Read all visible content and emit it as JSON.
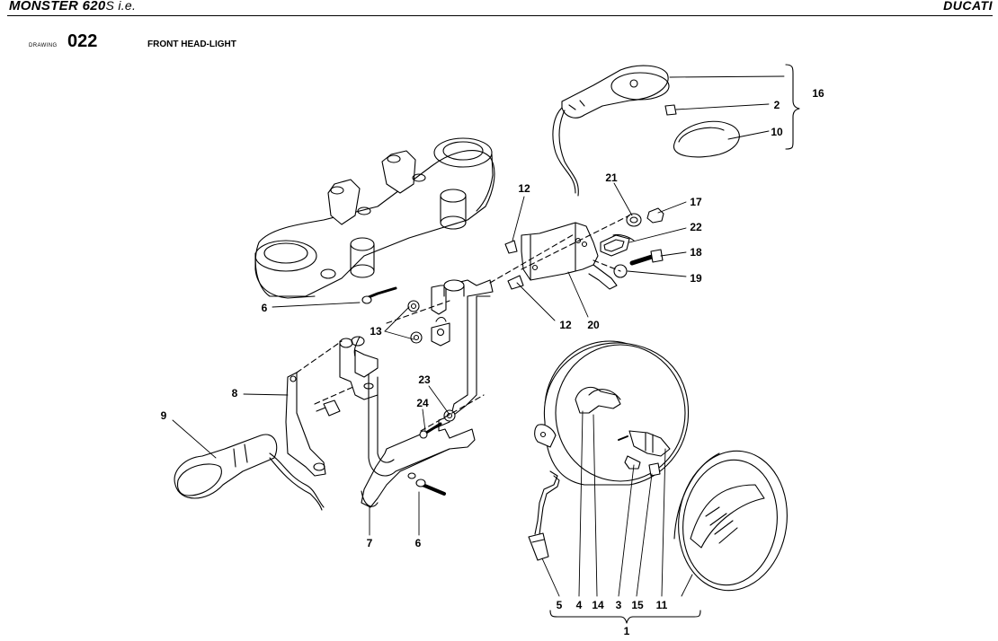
{
  "header": {
    "model": "MONSTER 620",
    "model_suffix": "S i.e.",
    "brand": "DUCATI"
  },
  "drawing": {
    "label": "DRAWING",
    "number": "022",
    "title": "FRONT HEAD-LIGHT"
  },
  "callouts": {
    "p1": "1",
    "p2": "2",
    "p3": "3",
    "p4": "4",
    "p5": "5",
    "p6a": "6",
    "p6b": "6",
    "p7": "7",
    "p8": "8",
    "p9": "9",
    "p10": "10",
    "p11": "11",
    "p12a": "12",
    "p12b": "12",
    "p13": "13",
    "p14": "14",
    "p15": "15",
    "p16": "16",
    "p17": "17",
    "p18": "18",
    "p19": "19",
    "p20": "20",
    "p21": "21",
    "p22": "22",
    "p23": "23",
    "p24": "24"
  }
}
